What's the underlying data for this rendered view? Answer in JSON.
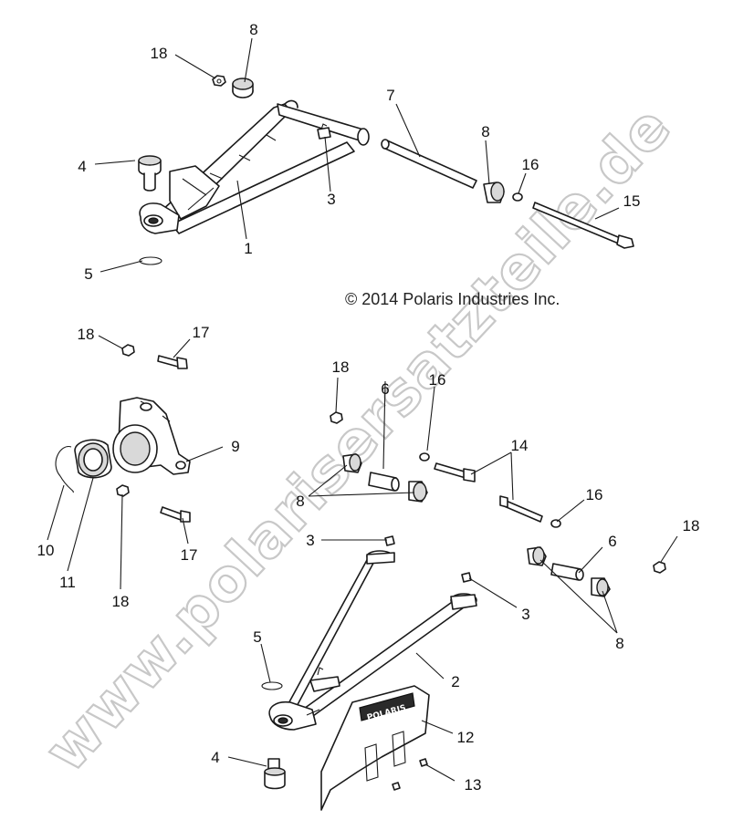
{
  "copyright": "© 2014 Polaris Industries Inc.",
  "watermark": "www.polarisersatzteile.de",
  "guard_logo": "POLARIS",
  "callouts": [
    "18",
    "8",
    "7",
    "8",
    "16",
    "15",
    "4",
    "3",
    "1",
    "5",
    "18",
    "17",
    "18",
    "6",
    "16",
    "14",
    "9",
    "8",
    "16",
    "10",
    "11",
    "18",
    "17",
    "3",
    "6",
    "18",
    "3",
    "8",
    "5",
    "2",
    "12",
    "4",
    "13"
  ]
}
